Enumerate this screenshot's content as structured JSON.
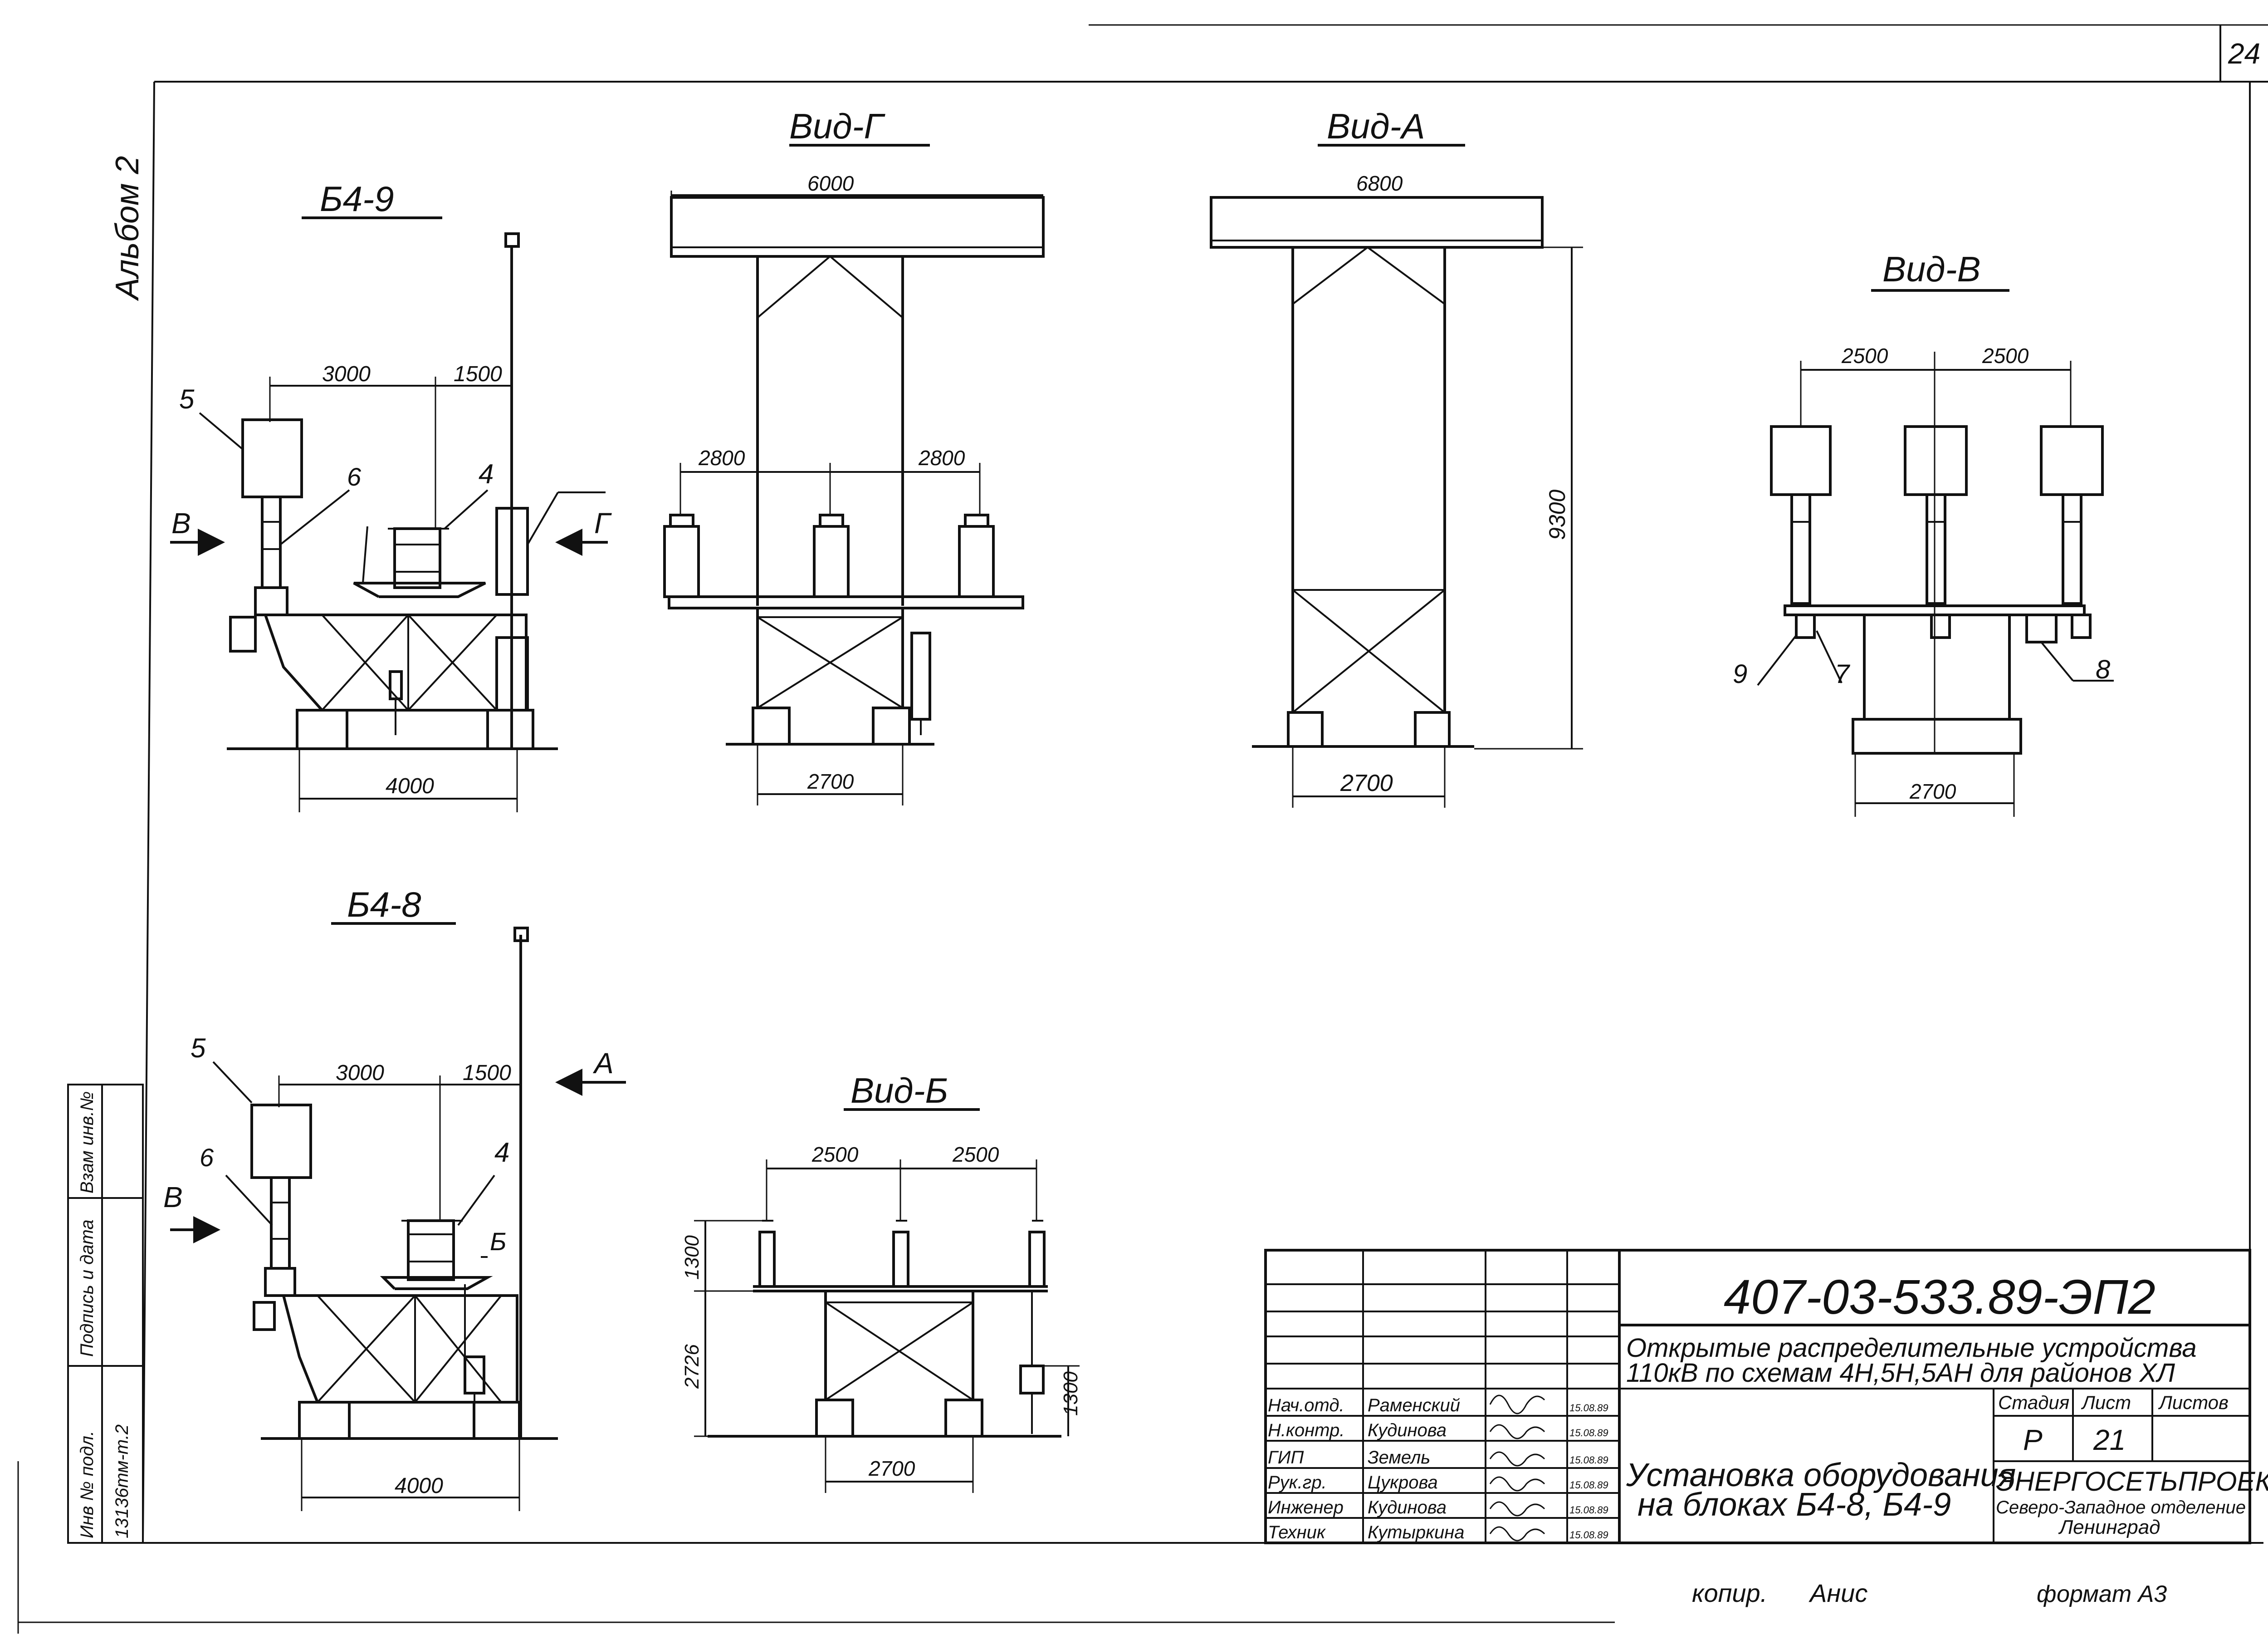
{
  "sheet": {
    "page_number": "24",
    "album": "Альбом 2",
    "copied": "копир.",
    "copier_name": "Анис",
    "format": "формат А3"
  },
  "side_stamp": {
    "inv_no_label": "Инв № подл.",
    "sign_date_label": "Подпись и дата",
    "replace_inv_label": "Взам инв.№",
    "inv_no_value": "13136тм-т.2"
  },
  "views": {
    "b49": {
      "title": "Б4-9",
      "dims": [
        "3000",
        "1500",
        "4000"
      ],
      "arrow_left": "В",
      "arrow_right": "Г",
      "callouts": [
        "5",
        "6",
        "4"
      ]
    },
    "b48": {
      "title": "Б4-8",
      "dims": [
        "3000",
        "1500",
        "4000"
      ],
      "arrow_left": "В",
      "arrow_right": "А",
      "callouts": [
        "5",
        "6",
        "4",
        "Б"
      ]
    },
    "vid_g": {
      "title": "Вид-Г",
      "dims": [
        "6000",
        "2800",
        "2800",
        "2700"
      ]
    },
    "vid_a": {
      "title": "Вид-А",
      "dims": [
        "6800",
        "9300",
        "2700"
      ]
    },
    "vid_v": {
      "title": "Вид-В",
      "dims": [
        "2500",
        "2500",
        "2700"
      ],
      "callouts": [
        "9",
        "7",
        "8"
      ]
    },
    "vid_b": {
      "title": "Вид-Б",
      "dims": [
        "2500",
        "2500",
        "1300",
        "2726",
        "1300",
        "2700"
      ]
    }
  },
  "title_block": {
    "doc_code": "407-03-533.89-ЭП2",
    "project_title_1": "Открытые распределительные устройства",
    "project_title_2": "110кВ по схемам 4Н,5Н,5АН для районов ХЛ",
    "sheet_title_1": "Установка оборудования",
    "sheet_title_2": "на блоках Б4-8, Б4-9",
    "stage_label": "Стадия",
    "sheet_label": "Лист",
    "sheets_label": "Листов",
    "stage_value": "Р",
    "sheet_value": "21",
    "org_1": "ЭНЕРГОСЕТЬПРОЕКТ",
    "org_2": "Северо-Западное отделение",
    "org_3": "Ленинград",
    "staff": [
      {
        "role": "Нач.отд.",
        "name": "Раменский",
        "date": "15.08.89"
      },
      {
        "role": "Н.контр.",
        "name": "Кудинова",
        "date": "15.08.89"
      },
      {
        "role": "ГИП",
        "name": "Земель",
        "date": "15.08.89"
      },
      {
        "role": "Рук.гр.",
        "name": "Цукрова",
        "date": "15.08.89"
      },
      {
        "role": "Инженер",
        "name": "Кудинова",
        "date": "15.08.89"
      },
      {
        "role": "Техник",
        "name": "Кутыркина",
        "date": "15.08.89"
      }
    ]
  }
}
